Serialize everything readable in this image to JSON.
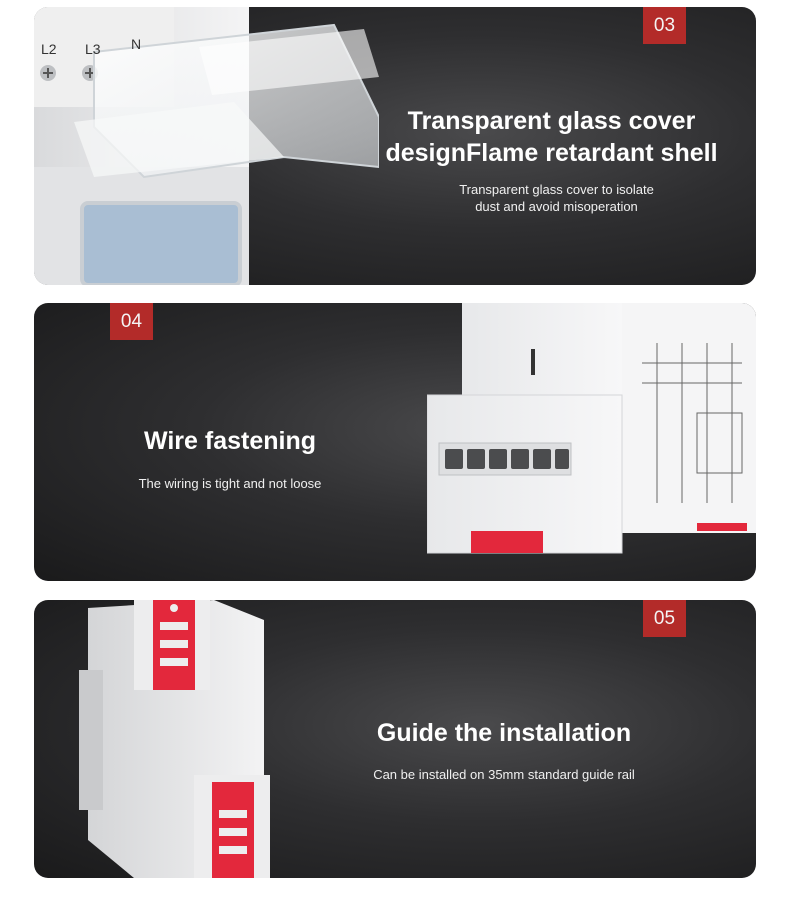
{
  "features": [
    {
      "badge": "03",
      "title": "Transparent glass cover designFlame retardant shell",
      "subtitle_lines": [
        "Transparent glass cover to isolate",
        "dust and avoid misoperation"
      ],
      "terminal_labels": [
        "L2",
        "L3",
        "N"
      ]
    },
    {
      "badge": "04",
      "title": "Wire fastening",
      "subtitle": "The wiring is tight and not loose"
    },
    {
      "badge": "05",
      "title": "Guide the installation",
      "subtitle": "Can be installed on 35mm standard guide rail"
    }
  ],
  "colors": {
    "accent": "#b32b29",
    "rail_red": "#e3283c",
    "background": "#2e2e30"
  }
}
